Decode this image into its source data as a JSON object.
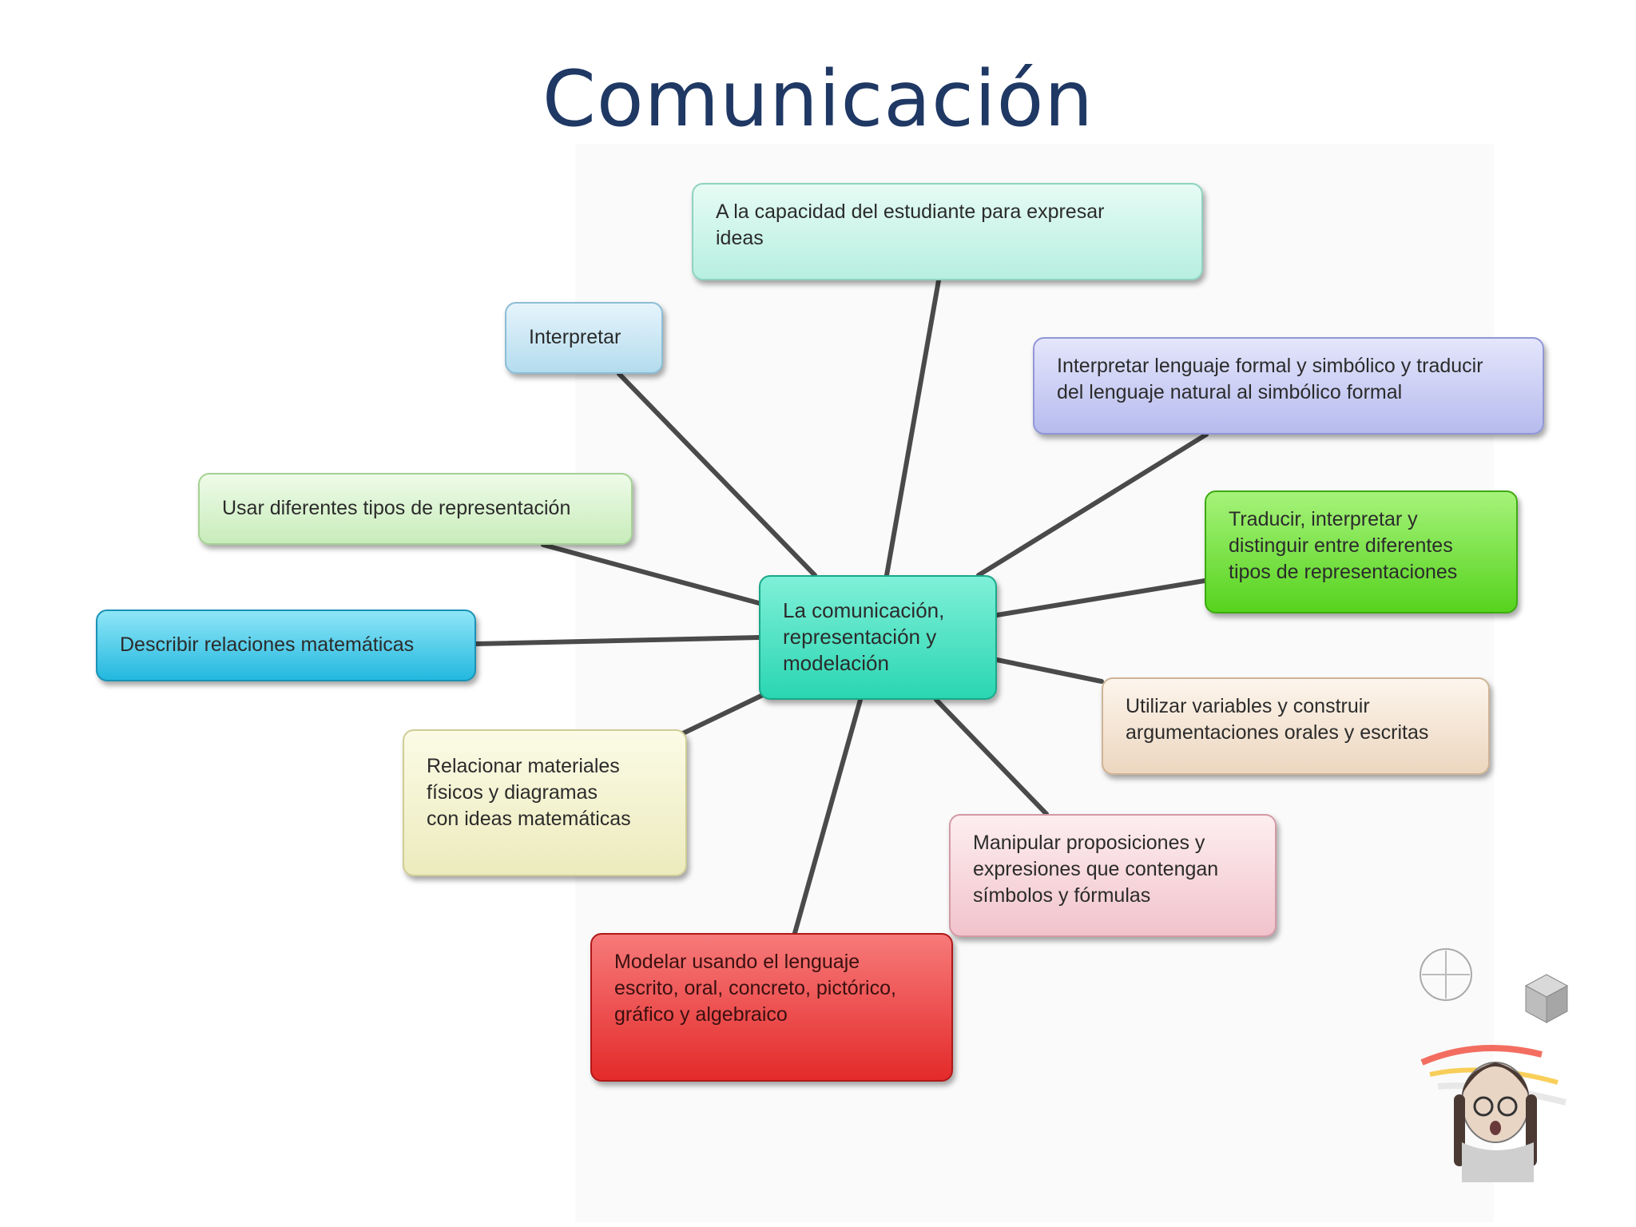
{
  "title": "Comunicación",
  "center": "La comunicación,\nrepresentación y\nmodelación",
  "nodes": {
    "top": "A la capacidad del estudiante para expresar\nideas",
    "interpretar": "Interpretar",
    "formal": "Interpretar lenguaje formal y simbólico y traducir\ndel lenguaje natural al simbólico formal",
    "usar": "Usar diferentes tipos de representación",
    "traducir": "Traducir, interpretar y\ndistinguir entre diferentes\n tipos de representaciones",
    "describir": "Describir relaciones matemáticas",
    "utilizar": "Utilizar variables y construir\nargumentaciones orales y escritas",
    "relacionar": "Relacionar materiales\n físicos y diagramas\ncon ideas matemáticas",
    "manipular": "Manipular proposiciones y\nexpresiones que contengan\nsímbolos y fórmulas",
    "modelar": "Modelar usando el lenguaje\nescrito, oral, concreto, pictórico,\ngráfico y algebraico"
  },
  "colors": {
    "title": "#1f3864",
    "connector": "#4a4a4a"
  }
}
